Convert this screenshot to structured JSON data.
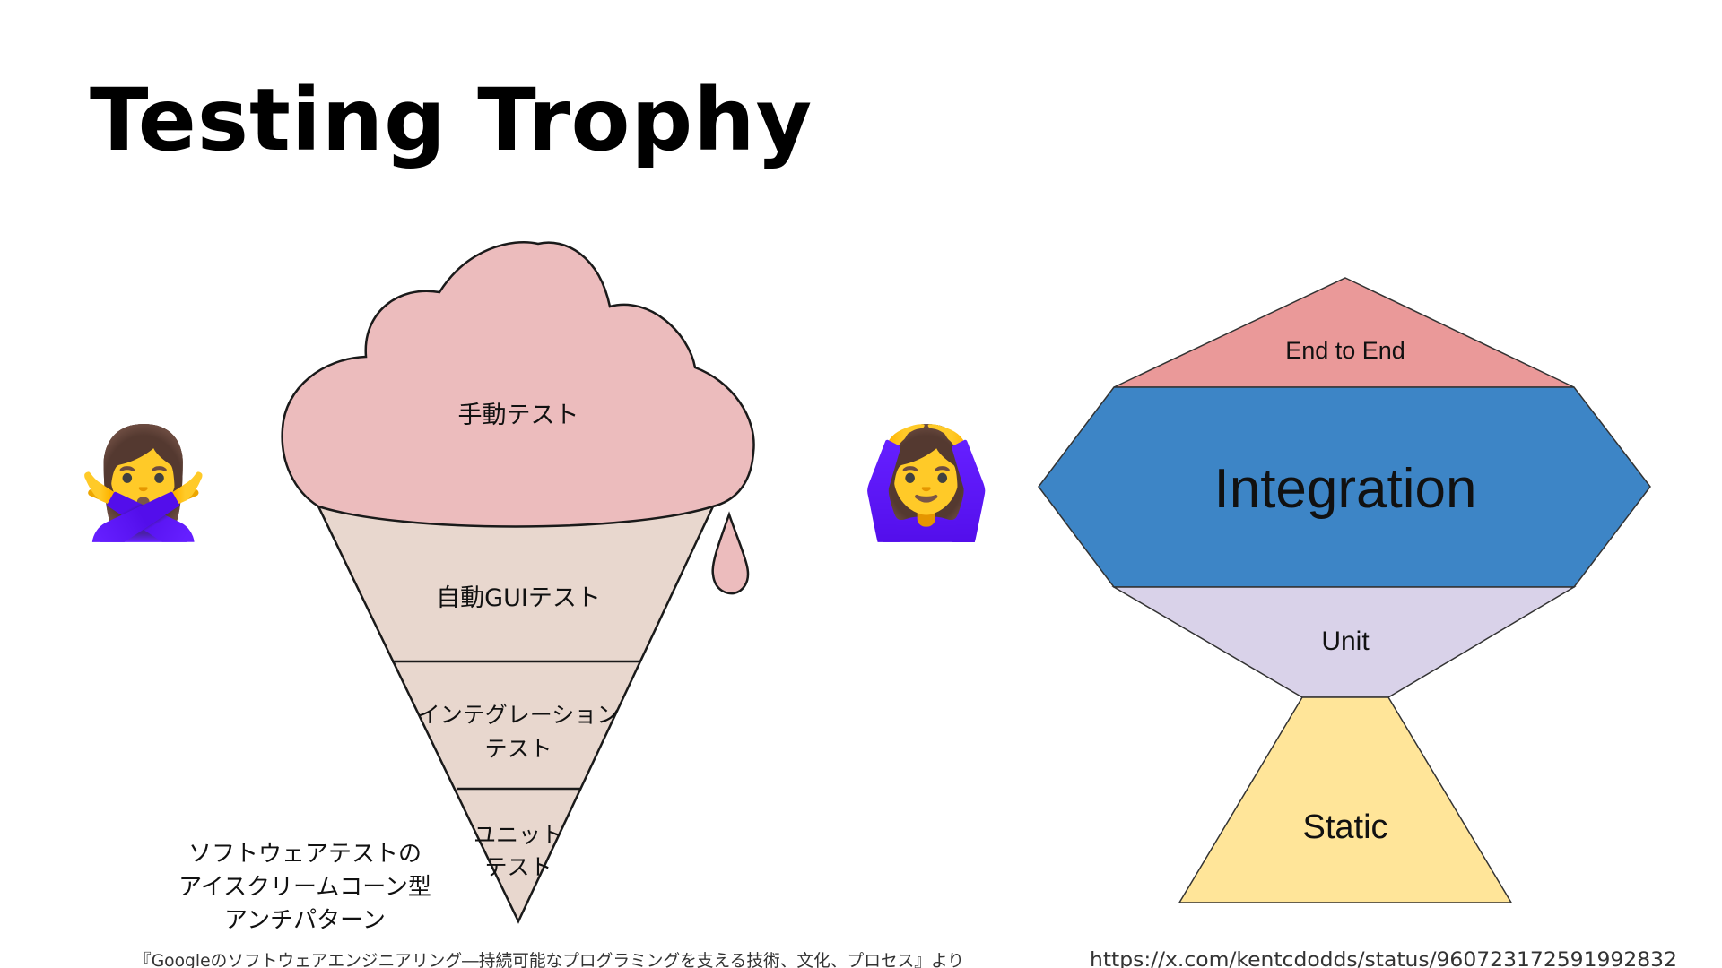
{
  "slide": {
    "title": "Testing Trophy"
  },
  "ice_cream_cone": {
    "scoop_label": "手動テスト",
    "layers": [
      "自動GUIテスト",
      "インテグレーション",
      "テスト",
      "ユニット",
      "テスト"
    ],
    "caption_lines": [
      "ソフトウェアテストの",
      "アイスクリームコーン型",
      "アンチパターン"
    ],
    "reaction_emoji": "🙅‍♀️",
    "reaction_icon": "person-gesturing-no-icon",
    "colors": {
      "scoop": "#ecbcbd",
      "cone": "#e8d7ce",
      "outline": "#1a1a1a"
    }
  },
  "trophy": {
    "levels": [
      "End to End",
      "Integration",
      "Unit",
      "Static"
    ],
    "reaction_emoji": "🙆‍♀️",
    "reaction_icon": "person-gesturing-ok-icon",
    "colors": {
      "end_to_end": "#ea9999",
      "integration": "#3d85c6",
      "unit": "#d9d2e9",
      "static": "#ffe599"
    }
  },
  "credits": {
    "left": "『Googleのソフトウェアエンジニアリング―持続可能なプログラミングを支える技術、文化、プロセス』より",
    "right": "https://x.com/kentcdodds/status/960723172591992832"
  }
}
